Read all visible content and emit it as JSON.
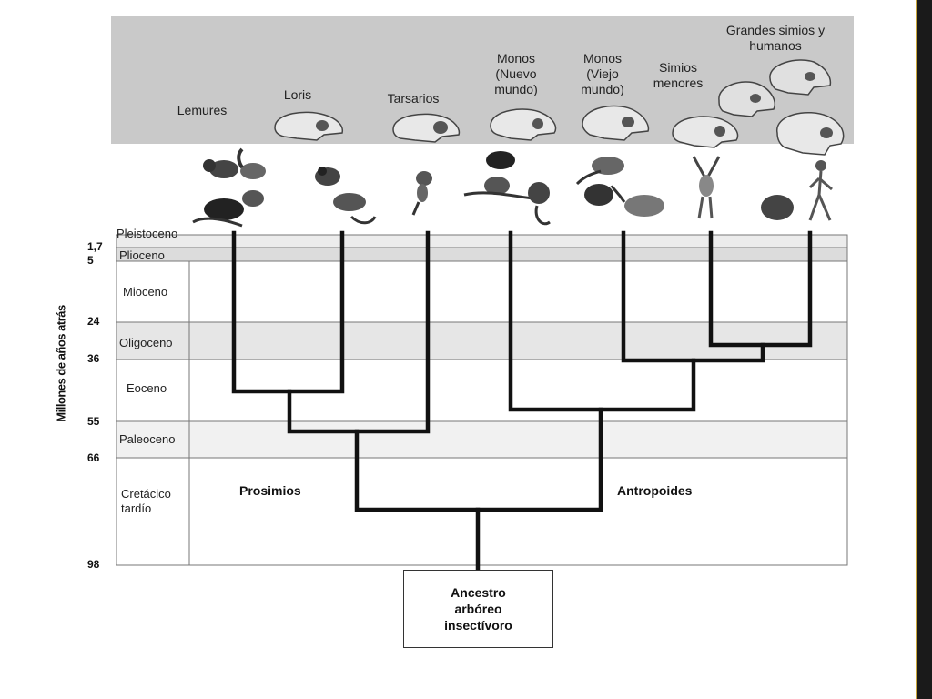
{
  "taxa": {
    "lemures": "Lemures",
    "loris": "Loris",
    "tarsarios": "Tarsarios",
    "monos_nuevo": [
      "Monos",
      "(Nuevo",
      "mundo)"
    ],
    "monos_viejo": [
      "Monos",
      "(Viejo",
      "mundo)"
    ],
    "simios_menores": [
      "Simios",
      "menores"
    ],
    "grandes_simios": [
      "Grandes simios y",
      "humanos"
    ]
  },
  "eras": {
    "pleistoceno": "Pleistoceno",
    "plioceno": "Plioceno",
    "mioceno": "Mioceno",
    "oligoceno": "Oligoceno",
    "eoceno": "Eoceno",
    "paleoceno": "Paleoceno",
    "cretacico": [
      "Cretácico",
      "tardío"
    ]
  },
  "ticks": [
    "1,7",
    "5",
    "24",
    "36",
    "55",
    "66",
    "98"
  ],
  "axis_label": "Millones de años atrás",
  "groups": {
    "prosimios": "Prosimios",
    "antropoides": "Antropoides"
  },
  "ancestor": [
    "Ancestro",
    "arbóreo",
    "insectívoro"
  ],
  "colors": {
    "background_band": "#c9c9c9",
    "shaded_era": "#e6e6e6",
    "tree_line": "#111111"
  }
}
